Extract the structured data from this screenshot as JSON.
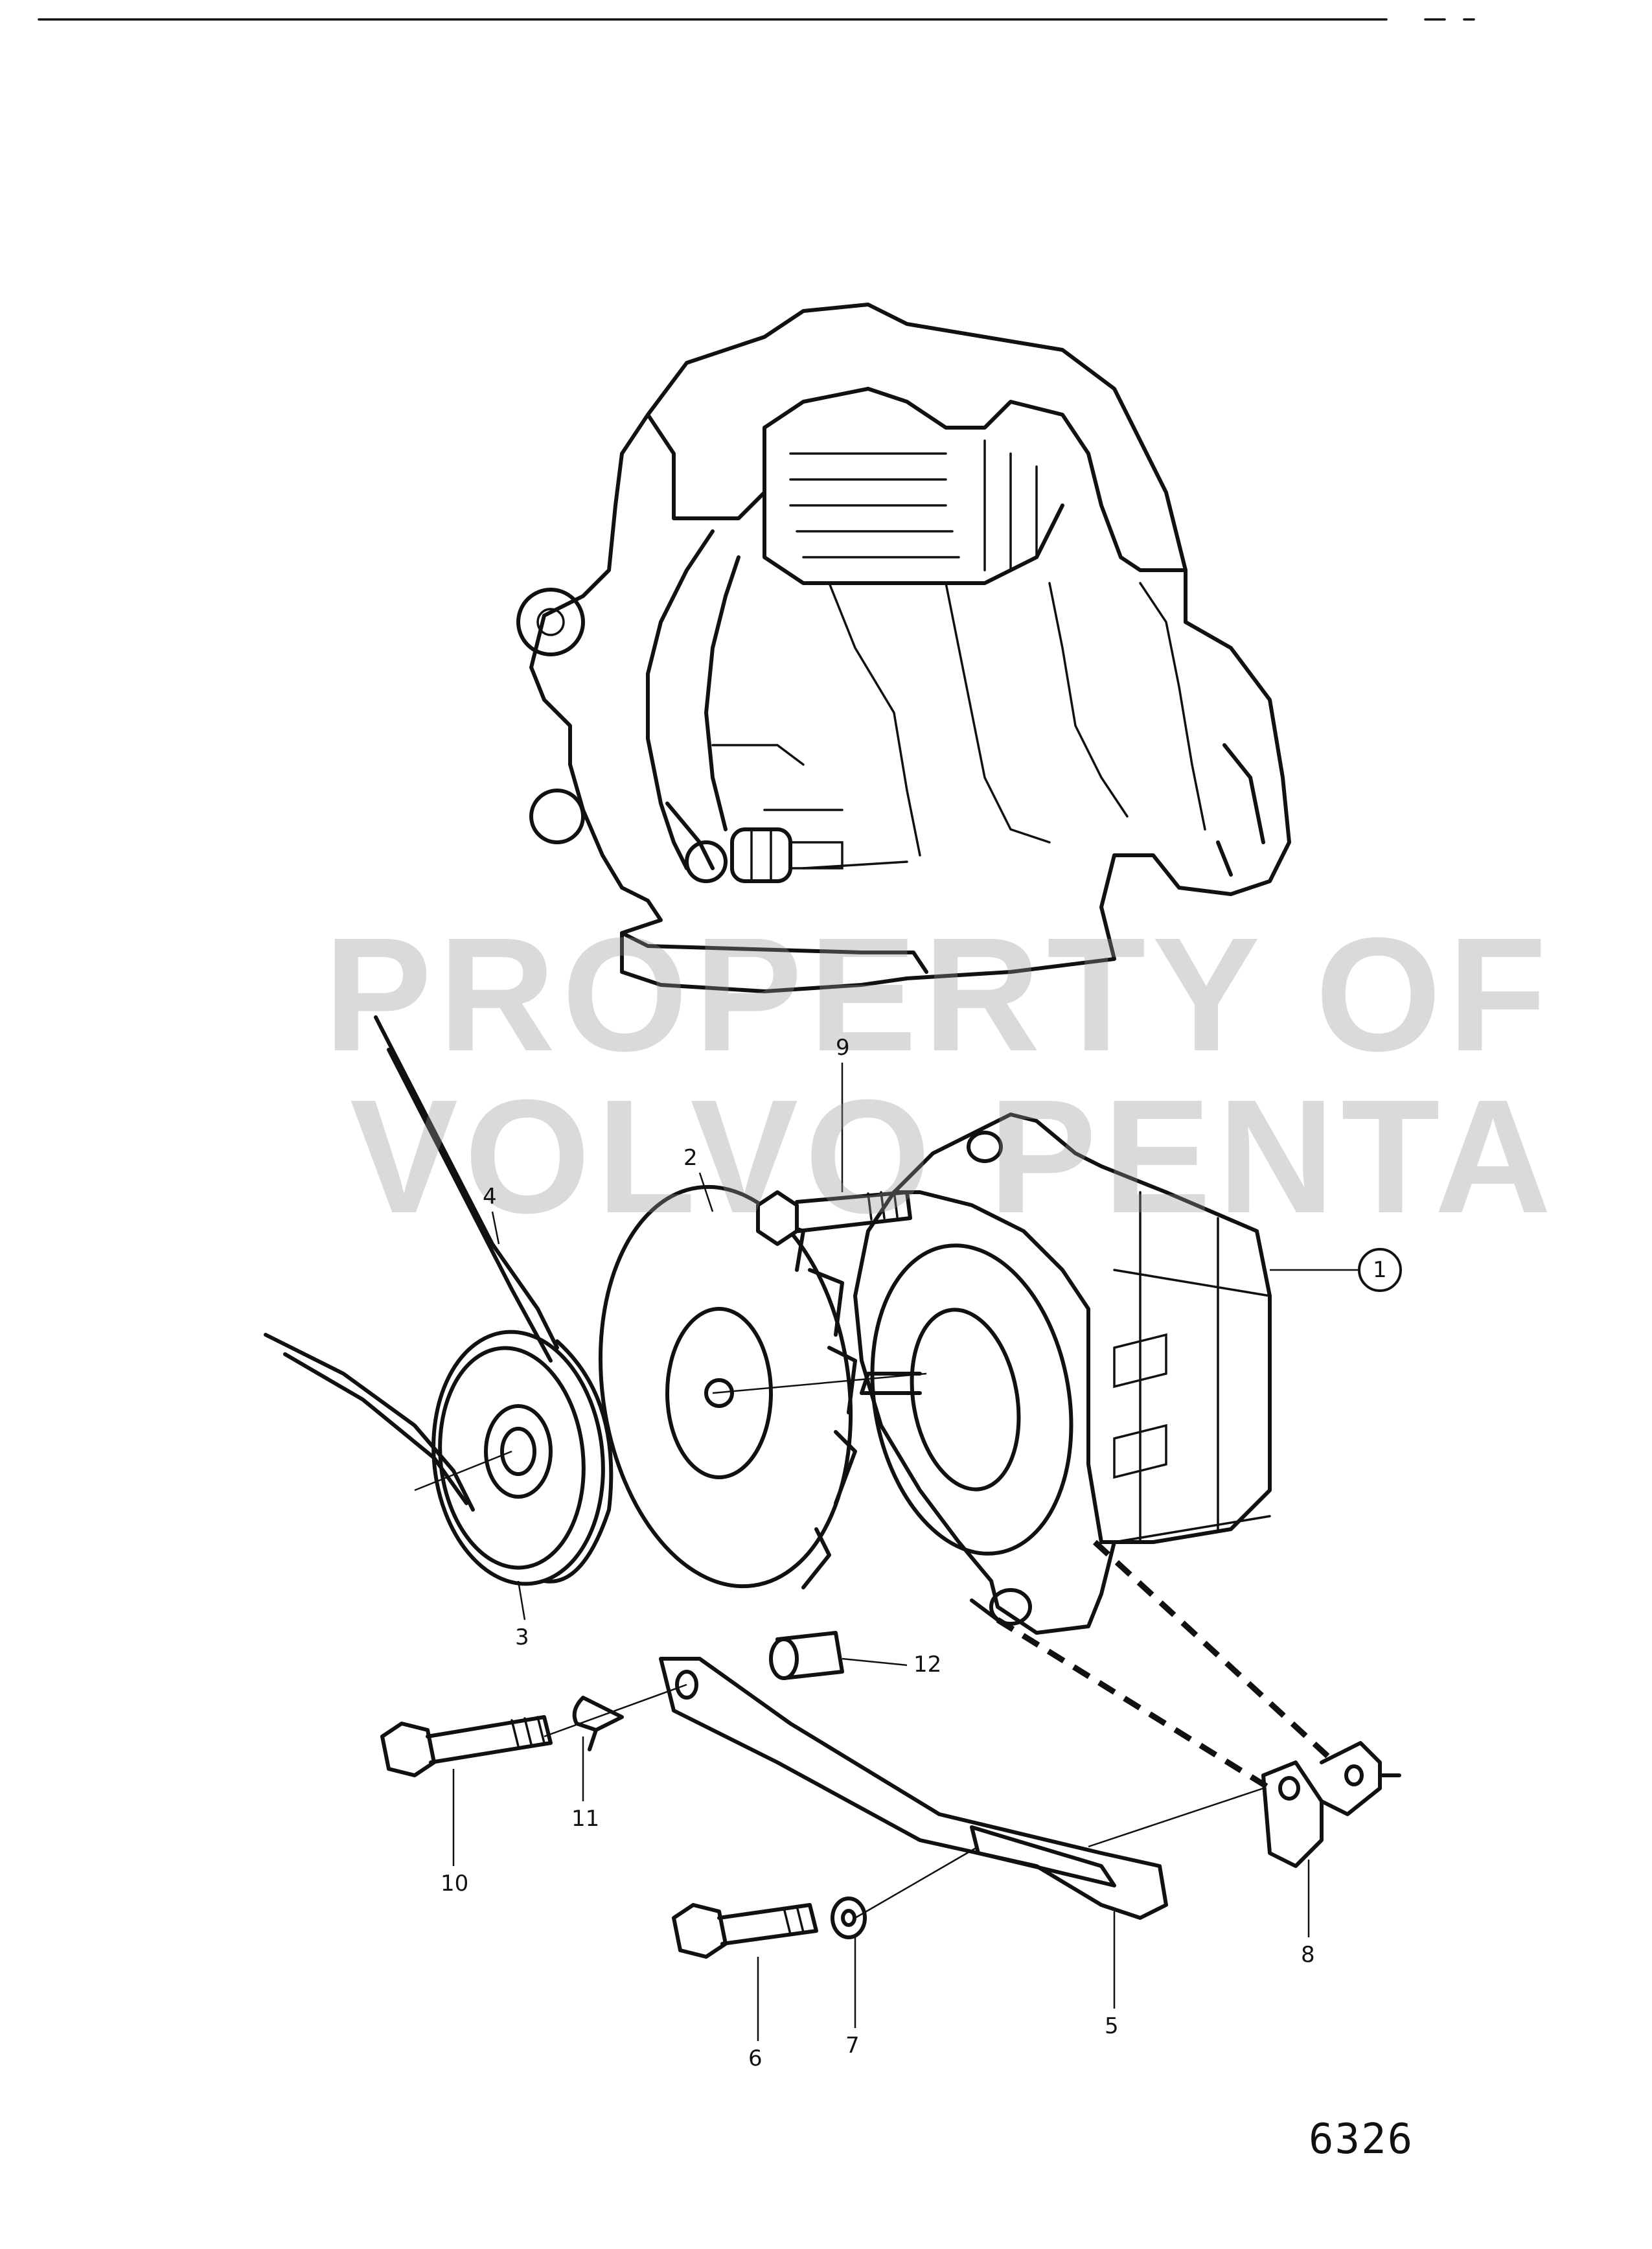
{
  "diagram": {
    "reference_number": "6326",
    "watermark": {
      "line1": "PROPERTY OF",
      "line2": "VOLVO PENTA"
    },
    "callouts": [
      {
        "id": "1",
        "circled": true
      },
      {
        "id": "2",
        "circled": false
      },
      {
        "id": "3",
        "circled": false
      },
      {
        "id": "4",
        "circled": false
      },
      {
        "id": "5",
        "circled": false
      },
      {
        "id": "6",
        "circled": false
      },
      {
        "id": "7",
        "circled": false
      },
      {
        "id": "8",
        "circled": false
      },
      {
        "id": "9",
        "circled": false
      },
      {
        "id": "10",
        "circled": false
      },
      {
        "id": "11",
        "circled": false
      },
      {
        "id": "12",
        "circled": false
      }
    ]
  }
}
